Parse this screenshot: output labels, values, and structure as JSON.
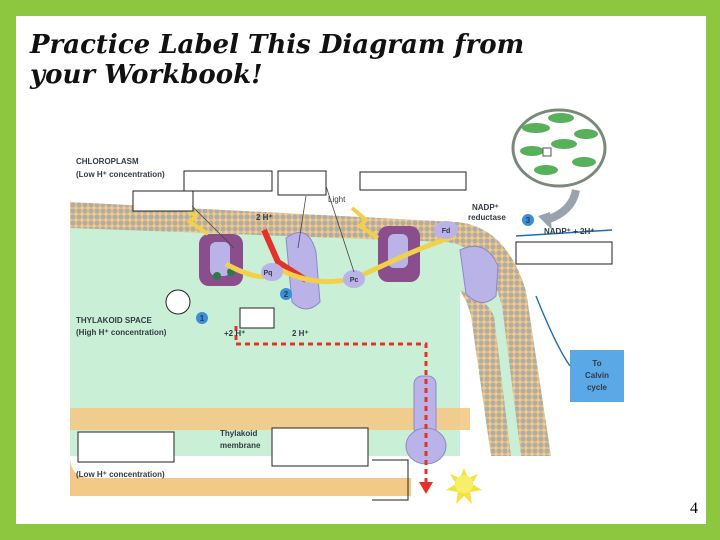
{
  "slide": {
    "title": "Practice Label This Diagram from your Workbook!",
    "page_number": "4"
  },
  "diagram": {
    "chloroplast_label": "CHLOROPLASM",
    "stroma_concentration": "(Low H⁺ concentration)",
    "thylakoid_space": "THYLAKOID SPACE",
    "thylakoid_concentration": "(High H⁺ concentration)",
    "bottom_concentration": "(Low H⁺ concentration)",
    "light_label": "Light",
    "h_top": "2 H⁺",
    "h_left": "+2 H⁺",
    "h_mid": "2 H⁺",
    "pq": "Pq",
    "pc": "Pc",
    "fd": "Fd",
    "nadp_line1": "NADP⁺",
    "nadp_line2": "reductase",
    "nadp_reaction": "NADP⁺ + 2H⁺",
    "thylakoid_membrane_line1": "Thylakoid",
    "thylakoid_membrane_line2": "membrane",
    "calvin_line1": "To",
    "calvin_line2": "Calvin",
    "calvin_line3": "cycle",
    "step1": "1",
    "step2": "2",
    "step3": "3"
  },
  "colors": {
    "border": "#8dc63f",
    "membrane": "#f3c987",
    "head": "#9aa3ad",
    "thylakoid_space": "#c9f0d6",
    "protein": "#b9b3e8",
    "photosystem": "#8a4e8c",
    "accent_red": "#e4322b",
    "arrow_yellow": "#f2d14a",
    "step_blue": "#3b8fd8",
    "calvin_box": "#5aa9e6"
  }
}
